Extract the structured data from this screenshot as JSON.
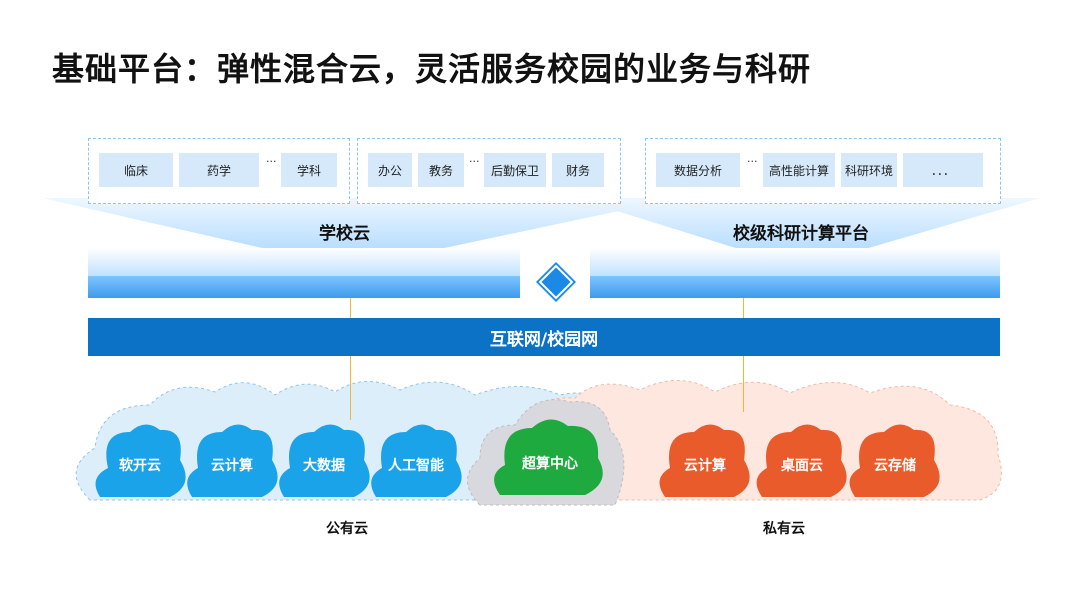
{
  "title": "基础平台：弹性混合云，灵活服务校园的业务与科研",
  "groups": {
    "medical": {
      "items": [
        "临床",
        "药学",
        "学科"
      ],
      "ellipsis": "···"
    },
    "admin": {
      "items": [
        "办公",
        "教务",
        "后勤保卫",
        "财务"
      ],
      "ellipsis": "···"
    },
    "research": {
      "items": [
        "数据分析",
        "高性能计算",
        "科研环境",
        "．．．"
      ],
      "ellipsis": "···"
    }
  },
  "banners": {
    "campus_cloud": "学校云",
    "research_platform": "校级科研计算平台"
  },
  "network": "互联网/校园网",
  "public_cloud": {
    "label": "公有云",
    "services": [
      "软开云",
      "云计算",
      "大数据",
      "人工智能"
    ]
  },
  "supercomputing": "超算中心",
  "private_cloud": {
    "label": "私有云",
    "services": [
      "云计算",
      "桌面云",
      "云存储"
    ]
  },
  "colors": {
    "public": "#1aa3e8",
    "super": "#1eaa3e",
    "private": "#ea5b2b",
    "network": "#0b72c6",
    "connector": "#f0b637"
  }
}
